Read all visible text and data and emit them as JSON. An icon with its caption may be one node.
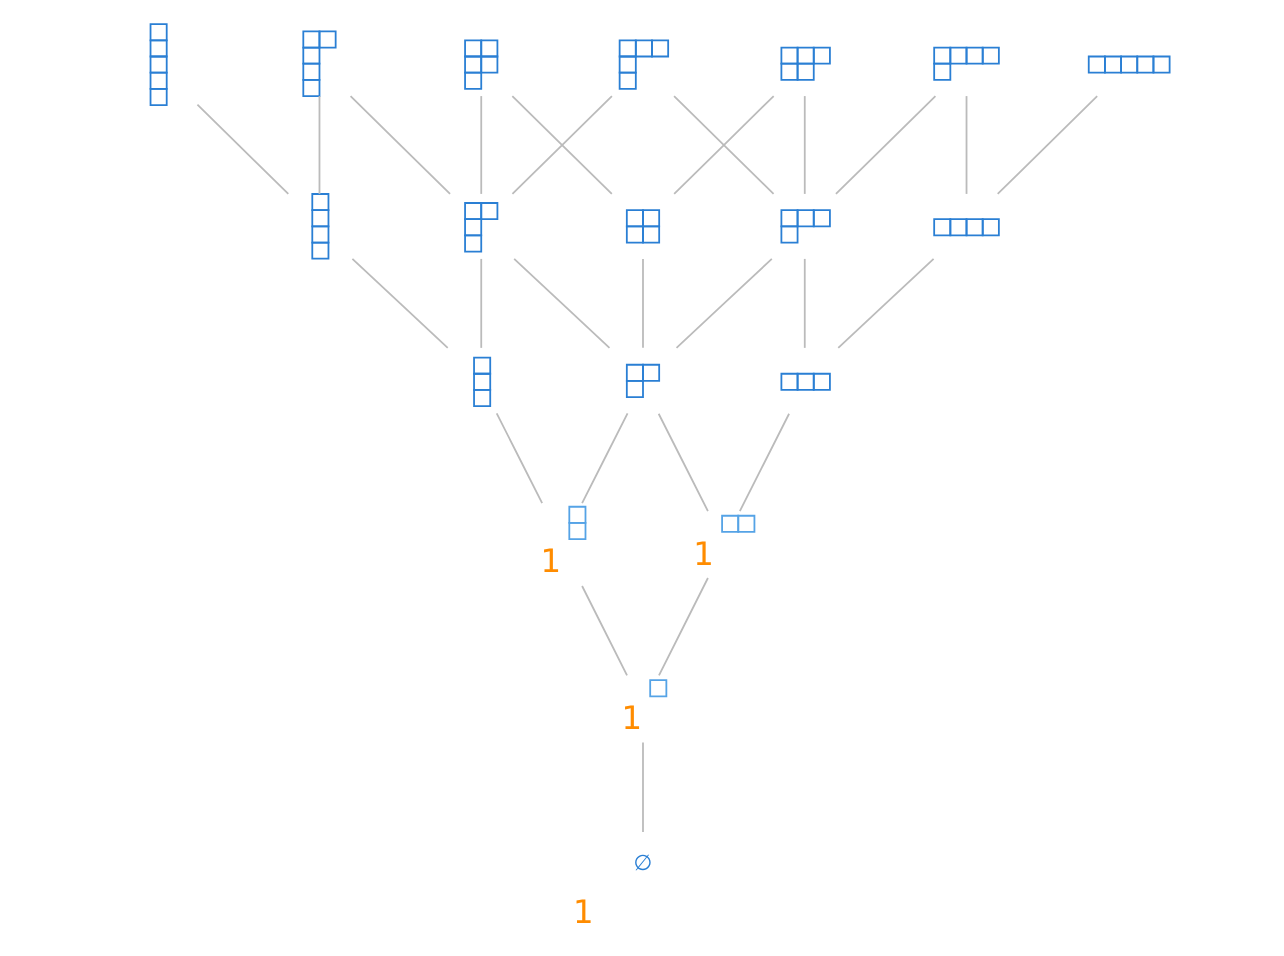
{
  "diagram": {
    "nodes": [
      {
        "text": [],
        "shape": "picture"
      },
      {
        "text": [],
        "shape": "picture"
      },
      {
        "text": [],
        "shape": "picture"
      },
      {
        "text": [],
        "shape": "picture"
      },
      {
        "text": [],
        "shape": "picture"
      },
      {
        "text": [],
        "shape": "picture"
      },
      {
        "text": [],
        "shape": "picture"
      },
      {
        "text": [],
        "shape": "picture"
      },
      {
        "text": [],
        "shape": "picture"
      },
      {
        "text": [],
        "shape": "picture"
      },
      {
        "text": [],
        "shape": "picture"
      },
      {
        "text": [],
        "shape": "picture"
      },
      {
        "text": [],
        "shape": "picture"
      },
      {
        "text": [],
        "shape": "picture"
      },
      {
        "text": [],
        "shape": "picture"
      },
      {
        "text": [],
        "shape": "box",
        "beside": [
          "1"
        ]
      },
      {
        "text": [],
        "shape": "box",
        "beside": [
          "1"
        ]
      },
      {
        "text": [],
        "shape": "box",
        "beside": [
          "1"
        ]
      },
      {
        "text": [
          "∅"
        ],
        "beside": [
          "1"
        ]
      }
    ],
    "edges": [
      {
        "from": 18,
        "to": 17,
        "arrow": "none"
      },
      {
        "from": 17,
        "to": 15,
        "arrow": "none"
      },
      {
        "from": 17,
        "to": 16,
        "arrow": "none"
      },
      {
        "from": 15,
        "to": 12,
        "arrow": "none"
      },
      {
        "from": 15,
        "to": 13,
        "arrow": "none"
      },
      {
        "from": 16,
        "to": 13,
        "arrow": "none"
      },
      {
        "from": 16,
        "to": 14,
        "arrow": "none"
      },
      {
        "from": 12,
        "to": 7,
        "arrow": "none"
      },
      {
        "from": 12,
        "to": 8,
        "arrow": "none"
      },
      {
        "from": 13,
        "to": 8,
        "arrow": "none"
      },
      {
        "from": 13,
        "to": 9,
        "arrow": "none"
      },
      {
        "from": 13,
        "to": 10,
        "arrow": "none"
      },
      {
        "from": 14,
        "to": 10,
        "arrow": "none"
      },
      {
        "from": 14,
        "to": 11,
        "arrow": "none"
      },
      {
        "from": 7,
        "to": 0,
        "arrow": "none"
      },
      {
        "from": 7,
        "to": 1,
        "arrow": "none"
      },
      {
        "from": 8,
        "to": 1,
        "arrow": "none"
      },
      {
        "from": 8,
        "to": 2,
        "arrow": "none"
      },
      {
        "from": 8,
        "to": 3,
        "arrow": "none"
      },
      {
        "from": 9,
        "to": 2,
        "arrow": "none"
      },
      {
        "from": 9,
        "to": 4,
        "arrow": "none"
      },
      {
        "from": 10,
        "to": 3,
        "arrow": "none"
      },
      {
        "from": 10,
        "to": 4,
        "arrow": "none"
      },
      {
        "from": 10,
        "to": 5,
        "arrow": "none"
      },
      {
        "from": 11,
        "to": 5,
        "arrow": "none"
      },
      {
        "from": 11,
        "to": 6,
        "arrow": "none"
      }
    ]
  }
}
